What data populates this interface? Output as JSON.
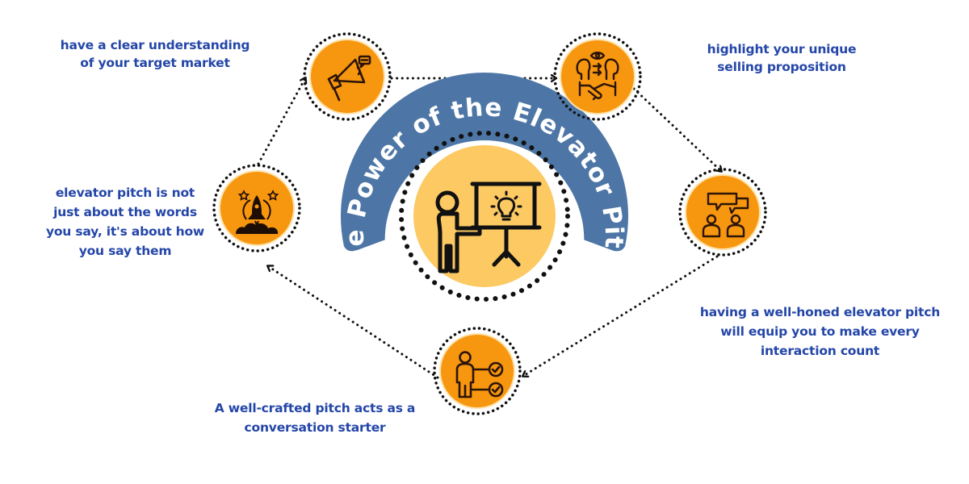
{
  "title": "The Power of the Elevator Pitch",
  "colors": {
    "arch": "#4d76a6",
    "center_fill": "#fcc962",
    "node_fill": "#f7960f",
    "node_ring": "#fde2a8",
    "caption": "#2446a8",
    "icon_stroke": "#2b1408"
  },
  "center": {
    "icon": "presentation-lightbulb-icon"
  },
  "nodes": [
    {
      "id": "target-market",
      "icon": "megaphone-icon",
      "caption": [
        "have a clear understanding",
        "of your target market"
      ]
    },
    {
      "id": "usp",
      "icon": "handshake-heads-icon",
      "caption": [
        "highlight your unique",
        "selling proposition"
      ]
    },
    {
      "id": "interaction",
      "icon": "conversation-icon",
      "caption": [
        "having a well-honed elevator pitch",
        "will equip you to make every",
        "interaction count"
      ]
    },
    {
      "id": "starter",
      "icon": "person-checklist-icon",
      "caption": [
        "A well-crafted pitch acts as a",
        "conversation starter"
      ]
    },
    {
      "id": "delivery",
      "icon": "rocket-launch-icon",
      "caption": [
        "elevator pitch is not",
        "just about the words",
        "you say, it's about how",
        "you say them"
      ]
    }
  ]
}
